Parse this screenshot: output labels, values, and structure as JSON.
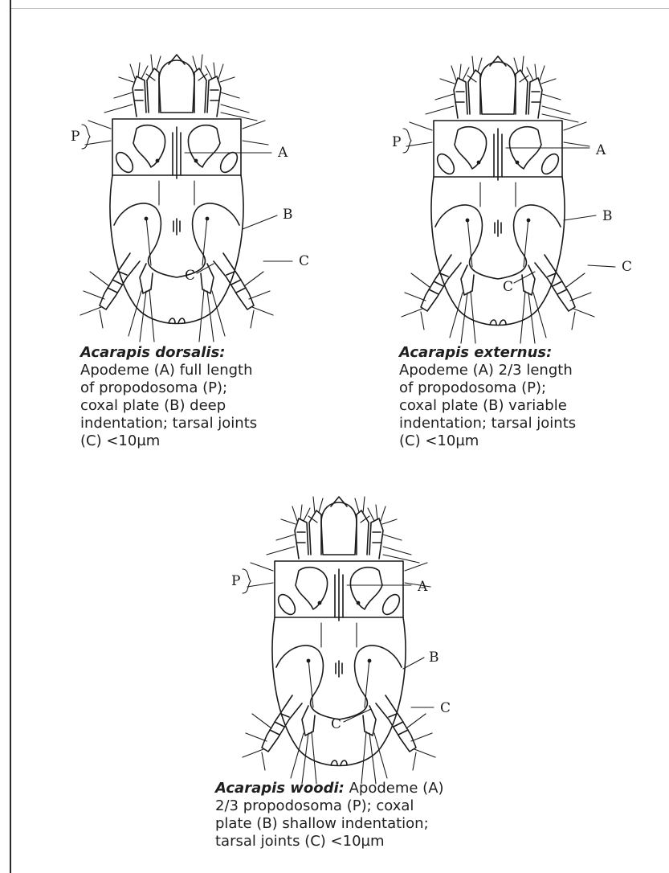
{
  "figures": [
    {
      "species": "Acarapis dorsalis:",
      "description_lines": [
        "Apodeme (A) full length",
        "of propodosoma (P);",
        "coxal plate (B) deep",
        "indentation; tarsal joints",
        "(C) <10µm"
      ],
      "callouts": {
        "p": "P",
        "a": "A",
        "b": "B",
        "c_right": "C",
        "c_inner": "C"
      }
    },
    {
      "species": "Acarapis externus:",
      "description_lines": [
        "Apodeme (A) 2/3 length",
        "of propodosoma (P);",
        "coxal plate (B) variable",
        "indentation; tarsal joints",
        "(C) <10µm"
      ],
      "callouts": {
        "p": "P",
        "a": "A",
        "b": "B",
        "c_right": "C",
        "c_inner": "C"
      }
    },
    {
      "species": "Acarapis woodi:",
      "description_first": " Apodeme (A)",
      "description_lines": [
        "2/3 propodosoma (P); coxal",
        "plate (B) shallow indentation;",
        "tarsal joints (C) <10µm"
      ],
      "callouts": {
        "p": "P",
        "a": "A",
        "b": "B",
        "c_right": "C",
        "c_inner": "C"
      }
    }
  ]
}
